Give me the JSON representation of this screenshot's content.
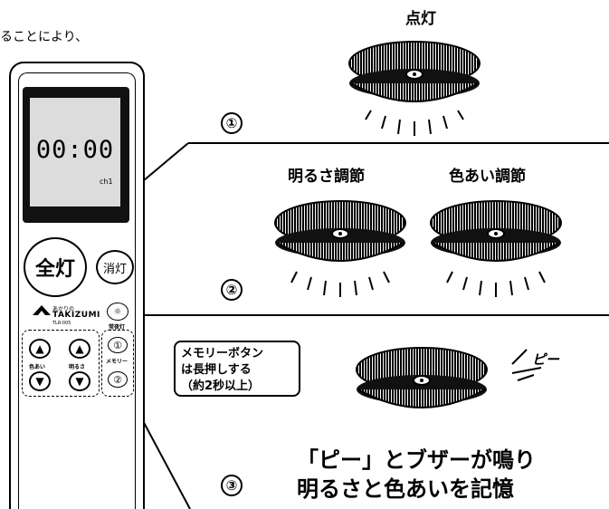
{
  "intro_text": "ることにより、",
  "scene1": {
    "label": "点灯",
    "step": "①"
  },
  "scene2": {
    "label_left": "明るさ調節",
    "label_right": "色あい調節",
    "step": "②"
  },
  "scene3": {
    "step": "③",
    "callout": [
      "メモリーボタン",
      "は長押しする",
      "（約2秒以上）"
    ],
    "beep_text": "ピー",
    "result_line1": "「ピー」とブザーが鳴り",
    "result_line2": "明るさと色あいを記憶"
  },
  "remote": {
    "display_time": "00:00",
    "display_channel": "ch1",
    "all_on_label": "全灯",
    "off_label": "消灯",
    "night_icon": "bulb-icon",
    "brand_kana": "あかりの",
    "brand_name": "TAKIZUMI",
    "model": "TLR-005",
    "night_label": "常夜灯",
    "keypad": {
      "color_up": "▲",
      "bright_up": "▲",
      "color_label": "色あい",
      "bright_label": "明るさ",
      "color_down": "▼",
      "bright_down": "▼"
    },
    "memory_label": "メモリー",
    "memory_1": "①",
    "memory_2": "②"
  }
}
